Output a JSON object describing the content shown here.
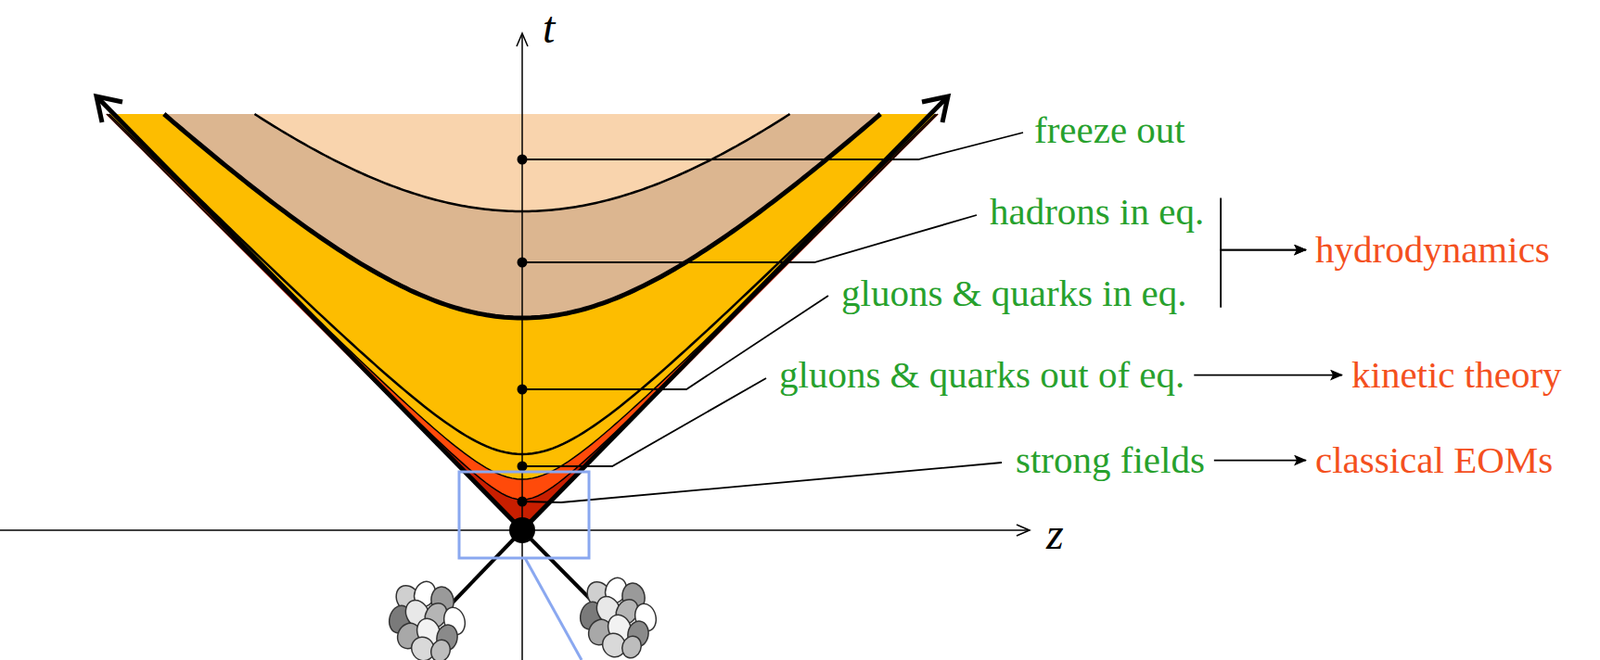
{
  "diagram": {
    "nodes": [
      {
        "text": [
          "freeze out"
        ]
      },
      {
        "text": [
          "hadrons in eq."
        ]
      },
      {
        "text": [
          "gluons & quarks in eq."
        ]
      },
      {
        "text": [
          "hydrodynamics"
        ]
      },
      {
        "text": [
          "gluons & quarks out of eq."
        ]
      },
      {
        "text": [
          "kinetic theory"
        ]
      },
      {
        "text": [
          "strong fields"
        ]
      },
      {
        "text": [
          "classical EOMs"
        ]
      }
    ],
    "edges": [
      {
        "from": 1,
        "to": 3,
        "arrow": "to"
      },
      {
        "from": 2,
        "to": 3,
        "arrow": "to"
      },
      {
        "from": 4,
        "to": 5,
        "arrow": "to"
      },
      {
        "from": 6,
        "to": 7,
        "arrow": "to"
      }
    ],
    "labels": [
      "t",
      "z"
    ]
  }
}
